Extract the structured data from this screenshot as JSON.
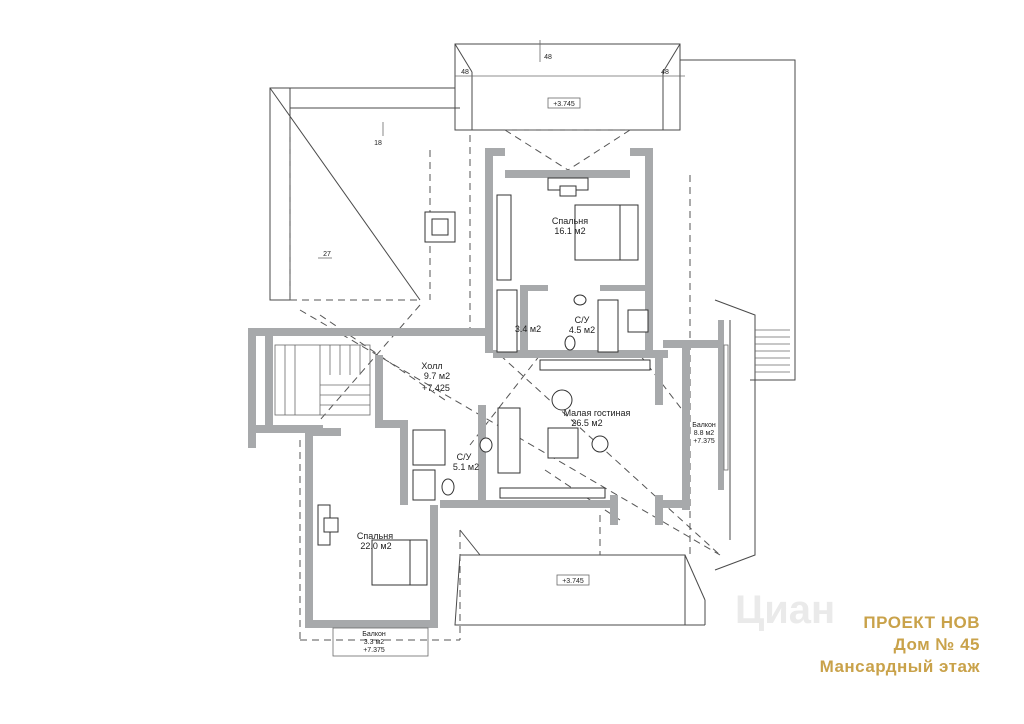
{
  "title": {
    "project": "ПРОЕКТ НОВ",
    "house": "Дом № 45",
    "floor": "Мансардный этаж"
  },
  "watermark": "Циан",
  "rooms": [
    {
      "id": "bedroom1",
      "name": "Спальня",
      "area": "16.1 м2"
    },
    {
      "id": "wc1",
      "name": "С/У",
      "area": "4.5 м2"
    },
    {
      "id": "closet",
      "name": "",
      "area": "3.4 м2"
    },
    {
      "id": "hall",
      "name": "Холл",
      "area": "9.7 м2",
      "level": "+7.425"
    },
    {
      "id": "living",
      "name": "Малая гостиная",
      "area": "26.5 м2"
    },
    {
      "id": "wc2",
      "name": "С/У",
      "area": "5.1 м2"
    },
    {
      "id": "bedroom2",
      "name": "Спальня",
      "area": "22.0 м2"
    },
    {
      "id": "balcony1",
      "name": "Балкон",
      "area": "8.8 м2",
      "level": "+7.375"
    },
    {
      "id": "balcony2",
      "name": "Балкон",
      "area": "3.3 м2",
      "level": "+7.375"
    }
  ],
  "marks": {
    "roof_top": "+3.745",
    "roof_bottom": "+3.745",
    "dim_top": "48",
    "dim_left": "48",
    "dim_right": "48",
    "slope_a": "18",
    "slope_b": "27"
  }
}
